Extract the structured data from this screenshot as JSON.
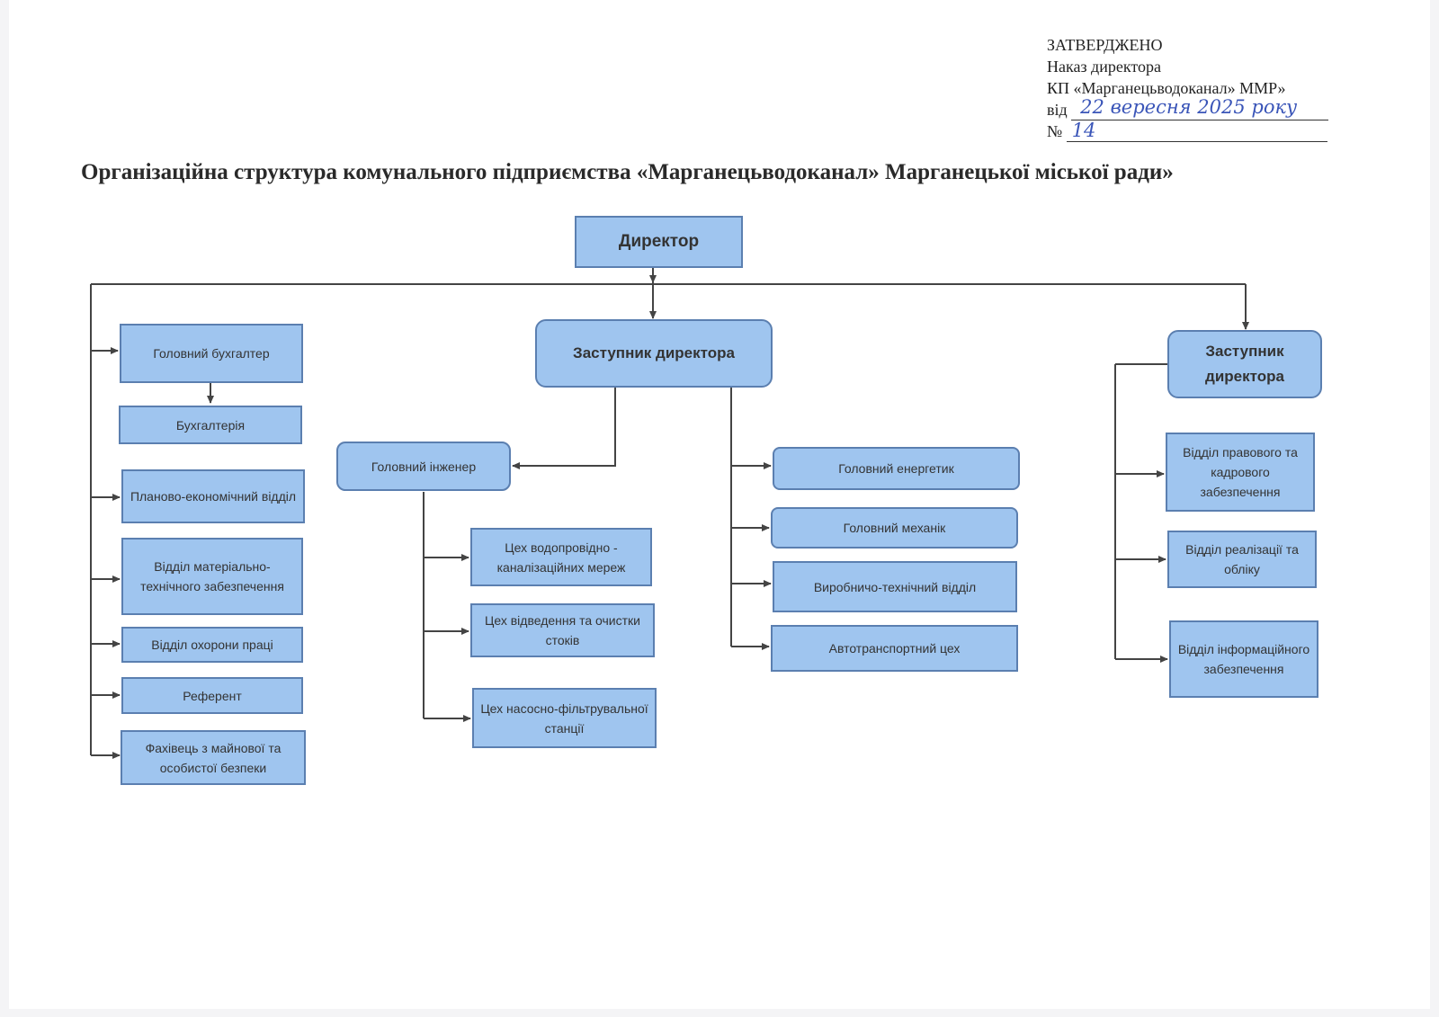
{
  "approval": {
    "line1": "ЗАТВЕРДЖЕНО",
    "line2": "Наказ директора",
    "line3": "КП «Марганецьводоканал» ММР»",
    "date_prefix": "від",
    "date_handwritten": "22 вересня 2025 року",
    "number_prefix": "№",
    "number_handwritten": "14"
  },
  "title": "Організаційна структура комунального підприємства «Марганецьводоканал»  Марганецької міської ради»",
  "nodes": {
    "director": "Директор",
    "deputy_center": "Заступник директора",
    "deputy_right": "Заступник директора",
    "chief_accountant": "Головний бухгалтер",
    "accounting": "Бухгалтерія",
    "planning_economic": "Планово-економічний відділ",
    "logistics": "Відділ матеріально-технічного забезпечення",
    "labor_safety": "Відділ охорони праці",
    "referent": "Референт",
    "security_specialist": "Фахівець з майнової та особистої безпеки",
    "chief_engineer": "Головний інженер",
    "water_sewer_workshop": "Цех водопровідно - каналізаційних мереж",
    "drainage_workshop": "Цех відведення та очистки стоків",
    "pump_filter_workshop": "Цех насосно-фільтрувальної станції",
    "chief_power_engineer": "Головний енергетик",
    "chief_mechanic": "Головний механік",
    "production_technical": "Виробничо-технічний відділ",
    "motor_transport": "Автотранспортний цех",
    "legal_hr": "Відділ правового та кадрового забезпечення",
    "sales_accounting": "Відділ реалізації та обліку",
    "it_support": "Відділ інформаційного забезпечення"
  }
}
